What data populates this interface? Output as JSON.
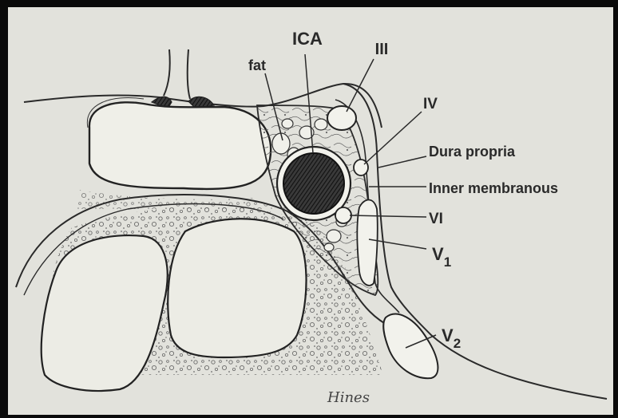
{
  "labels": {
    "ica": "ICA",
    "fat": "fat",
    "iii": "III",
    "iv": "IV",
    "dura_propria": "Dura propria",
    "inner_membranous": "Inner membranous",
    "vi": "VI",
    "v1_main": "V",
    "v1_sub": "1",
    "v2_main": "V",
    "v2_sub": "2"
  },
  "signature": "Hines",
  "colors": {
    "frame": "#0a0a0a",
    "paper": "#e6e6e0",
    "ink": "#2a2a2a"
  }
}
